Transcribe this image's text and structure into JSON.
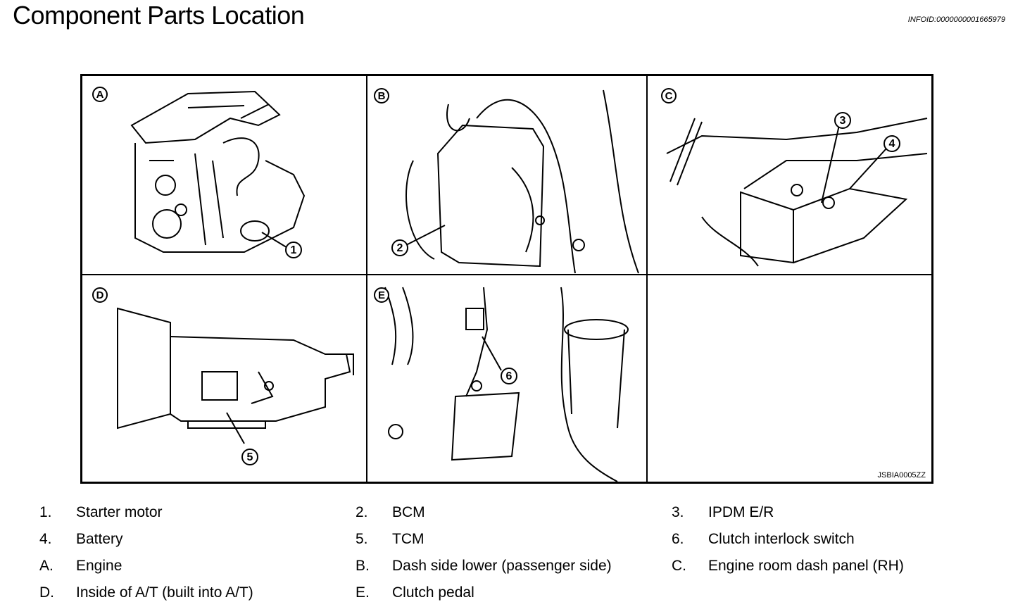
{
  "header": {
    "title": "Component Parts Location",
    "info_id": "INFOID:0000000001665979"
  },
  "figure": {
    "code": "JSBIA0005ZZ",
    "panels": [
      {
        "letter": "A"
      },
      {
        "letter": "B"
      },
      {
        "letter": "C"
      },
      {
        "letter": "D"
      },
      {
        "letter": "E"
      }
    ],
    "callouts": [
      "1",
      "2",
      "3",
      "4",
      "5",
      "6"
    ]
  },
  "legend": {
    "rows": [
      [
        {
          "num": "1.",
          "text": "Starter motor"
        },
        {
          "num": "2.",
          "text": "BCM"
        },
        {
          "num": "3.",
          "text": "IPDM E/R"
        }
      ],
      [
        {
          "num": "4.",
          "text": "Battery"
        },
        {
          "num": "5.",
          "text": "TCM"
        },
        {
          "num": "6.",
          "text": "Clutch interlock switch"
        }
      ],
      [
        {
          "num": "A.",
          "text": "Engine"
        },
        {
          "num": "B.",
          "text": "Dash side lower (passenger side)"
        },
        {
          "num": "C.",
          "text": "Engine room dash panel (RH)"
        }
      ],
      [
        {
          "num": "D.",
          "text": "Inside of A/T (built into A/T)"
        },
        {
          "num": "E.",
          "text": "Clutch pedal"
        }
      ]
    ]
  }
}
